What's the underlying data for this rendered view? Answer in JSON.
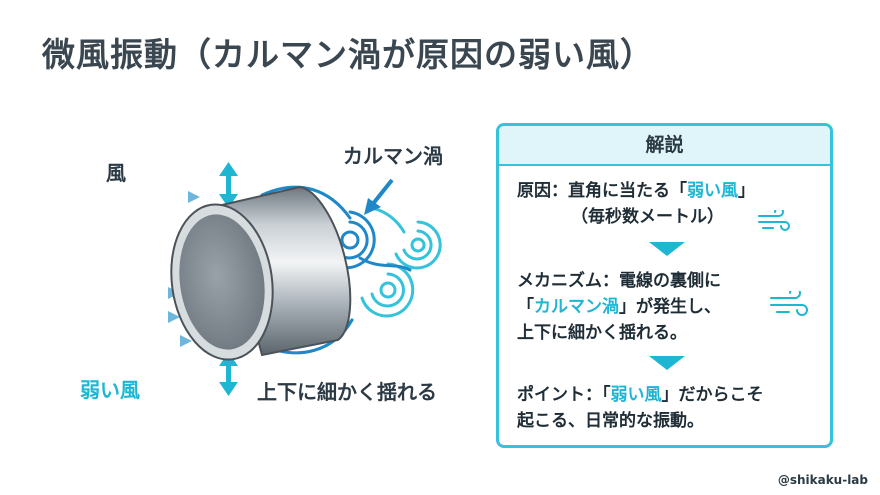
{
  "title": "微風振動（カルマン渦が原因の弱い風）",
  "diagram": {
    "wind_label": "風",
    "weak_wind_label": "弱い風",
    "vortex_label": "カルマン渦",
    "vibration_label": "上下に細かく揺れる"
  },
  "panel": {
    "header": "解説",
    "cause": {
      "prefix": "原因：直角に当たる「",
      "highlight": "弱い風",
      "suffix": "」",
      "line2": "（毎秒数メートル）"
    },
    "mechanism": {
      "line1": "メカニズム：電線の裏側に",
      "line2_prefix": "「",
      "line2_highlight": "カルマン渦",
      "line2_suffix": "」が発生し、",
      "line3": "上下に細かく揺れる。"
    },
    "point": {
      "prefix": "ポイント：「",
      "highlight": "弱い風",
      "suffix": "」だからこそ",
      "line2": "起こる、日常的な振動。"
    }
  },
  "credit": "@shikaku-lab",
  "colors": {
    "accent": "#1fb6d4",
    "panel_border": "#35c3dc",
    "panel_header_bg": "#dff5f9",
    "cable": "#9aa3ab",
    "vortex_dark": "#1e88c8",
    "vortex_light": "#35c3dc"
  }
}
